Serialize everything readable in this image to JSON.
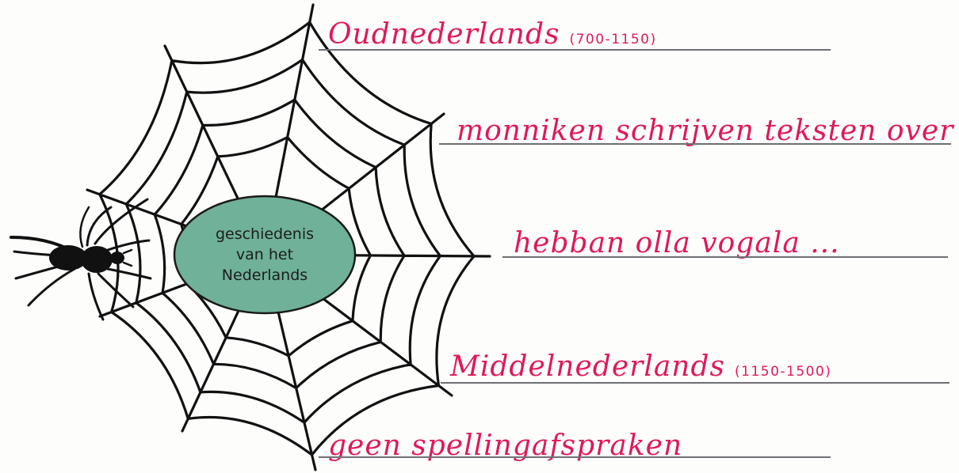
{
  "center": {
    "line1": "geschiedenis",
    "line2": "van het",
    "line3": "Nederlands",
    "fill": "#6fb199"
  },
  "notes": [
    {
      "text": "Oudnederlands",
      "dates": "(700-1150)"
    },
    {
      "text": "monniken schrijven teksten over",
      "dates": ""
    },
    {
      "text": "hebban olla vogala ...",
      "dates": ""
    },
    {
      "text": "Middelnederlands",
      "dates": "(1150-1500)"
    },
    {
      "text": "geen spellingafspraken",
      "dates": ""
    }
  ],
  "colors": {
    "handwriting": "#e0185a",
    "web": "#111111",
    "rule": "#6f6f73"
  },
  "icons": {
    "spider": "spider-icon"
  }
}
